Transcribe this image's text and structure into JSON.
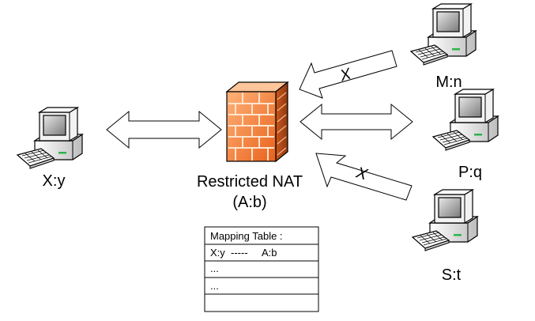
{
  "nodes": {
    "client": {
      "label": "X:y",
      "icon": "computer-icon"
    },
    "host_m": {
      "label": "M:n",
      "icon": "computer-icon"
    },
    "host_p": {
      "label": "P:q",
      "icon": "computer-icon"
    },
    "host_s": {
      "label": "S:t",
      "icon": "computer-icon"
    }
  },
  "nat": {
    "line1": "Restricted NAT",
    "line2": "(A:b)",
    "icon": "firewall-icon",
    "color": "#f07a2e"
  },
  "mapping_table": {
    "title": "Mapping Table :",
    "rows": [
      "X:y  -----     A:b",
      "...",
      "...",
      ""
    ]
  },
  "blocked_marker": "X"
}
